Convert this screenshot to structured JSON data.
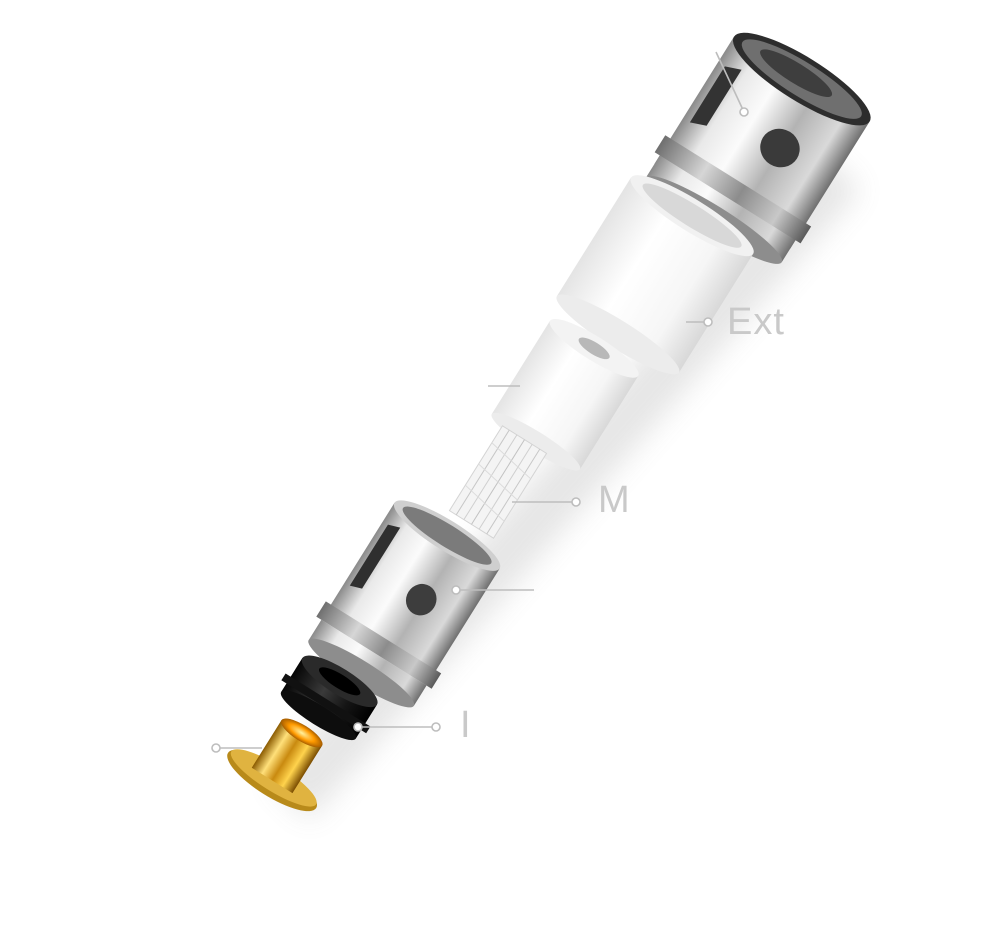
{
  "labels": {
    "external_ceramic": "Ext",
    "mesh": "M",
    "bottom_ring": "I"
  },
  "colors": {
    "steel_light": "#f2f2f2",
    "steel_mid": "#b5b5b5",
    "steel_dark": "#6e6e6e",
    "ceramic": "#ffffff",
    "gold_light": "#ffe07a",
    "gold_dark": "#8a5a00",
    "rubber": "#1c1c1c",
    "label_gray": "#c9c9c9",
    "leader_gray": "#bdbdbd"
  }
}
